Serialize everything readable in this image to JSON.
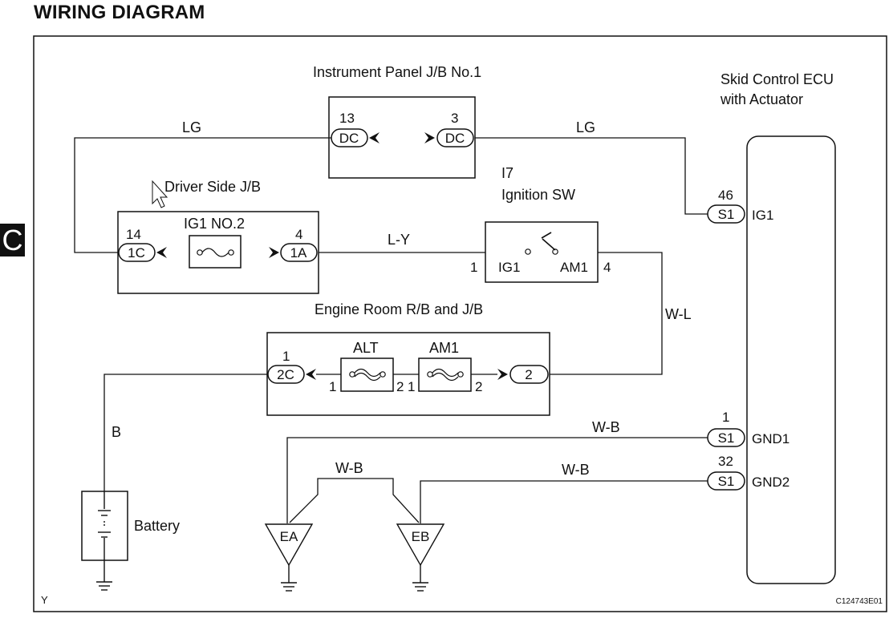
{
  "title": "WIRING DIAGRAM",
  "side_tab": "C",
  "frame_letter": "Y",
  "figure_code": "C124743E01",
  "components": {
    "ip_jb": {
      "name": "Instrument Panel J/B No.1",
      "left_pin": "13",
      "left_conn": "DC",
      "right_pin": "3",
      "right_conn": "DC"
    },
    "driver_jb": {
      "name": "Driver Side J/B",
      "fuse": "IG1 NO.2",
      "left_pin": "14",
      "left_conn": "1C",
      "right_pin": "4",
      "right_conn": "1A"
    },
    "ignition_sw": {
      "code": "I7",
      "name": "Ignition SW",
      "term_left": "IG1",
      "term_right": "AM1",
      "pin_left": "1",
      "pin_right": "4"
    },
    "engine_rb": {
      "name": "Engine Room R/B and J/B",
      "left_pin": "1",
      "left_conn": "2C",
      "right_conn": "2",
      "fuse1": "ALT",
      "fuse2": "AM1",
      "fuse1_pin_l": "1",
      "fuse1_pin_r": "2",
      "fuse2_pin_l": "1",
      "fuse2_pin_r": "2"
    },
    "ecu": {
      "name_line1": "Skid Control ECU",
      "name_line2": "with Actuator",
      "ig1": {
        "pin": "46",
        "conn": "S1",
        "term": "IG1"
      },
      "gnd1": {
        "pin": "1",
        "conn": "S1",
        "term": "GND1"
      },
      "gnd2": {
        "pin": "32",
        "conn": "S1",
        "term": "GND2"
      }
    },
    "battery": {
      "name": "Battery"
    },
    "ground_ea": "EA",
    "ground_eb": "EB"
  },
  "wires": {
    "lg_left": "LG",
    "lg_right": "LG",
    "ly": "L-Y",
    "wl": "W-L",
    "b": "B",
    "wb_gnd1": "W-B",
    "wb_gnd2": "W-B",
    "wb_link": "W-B"
  }
}
